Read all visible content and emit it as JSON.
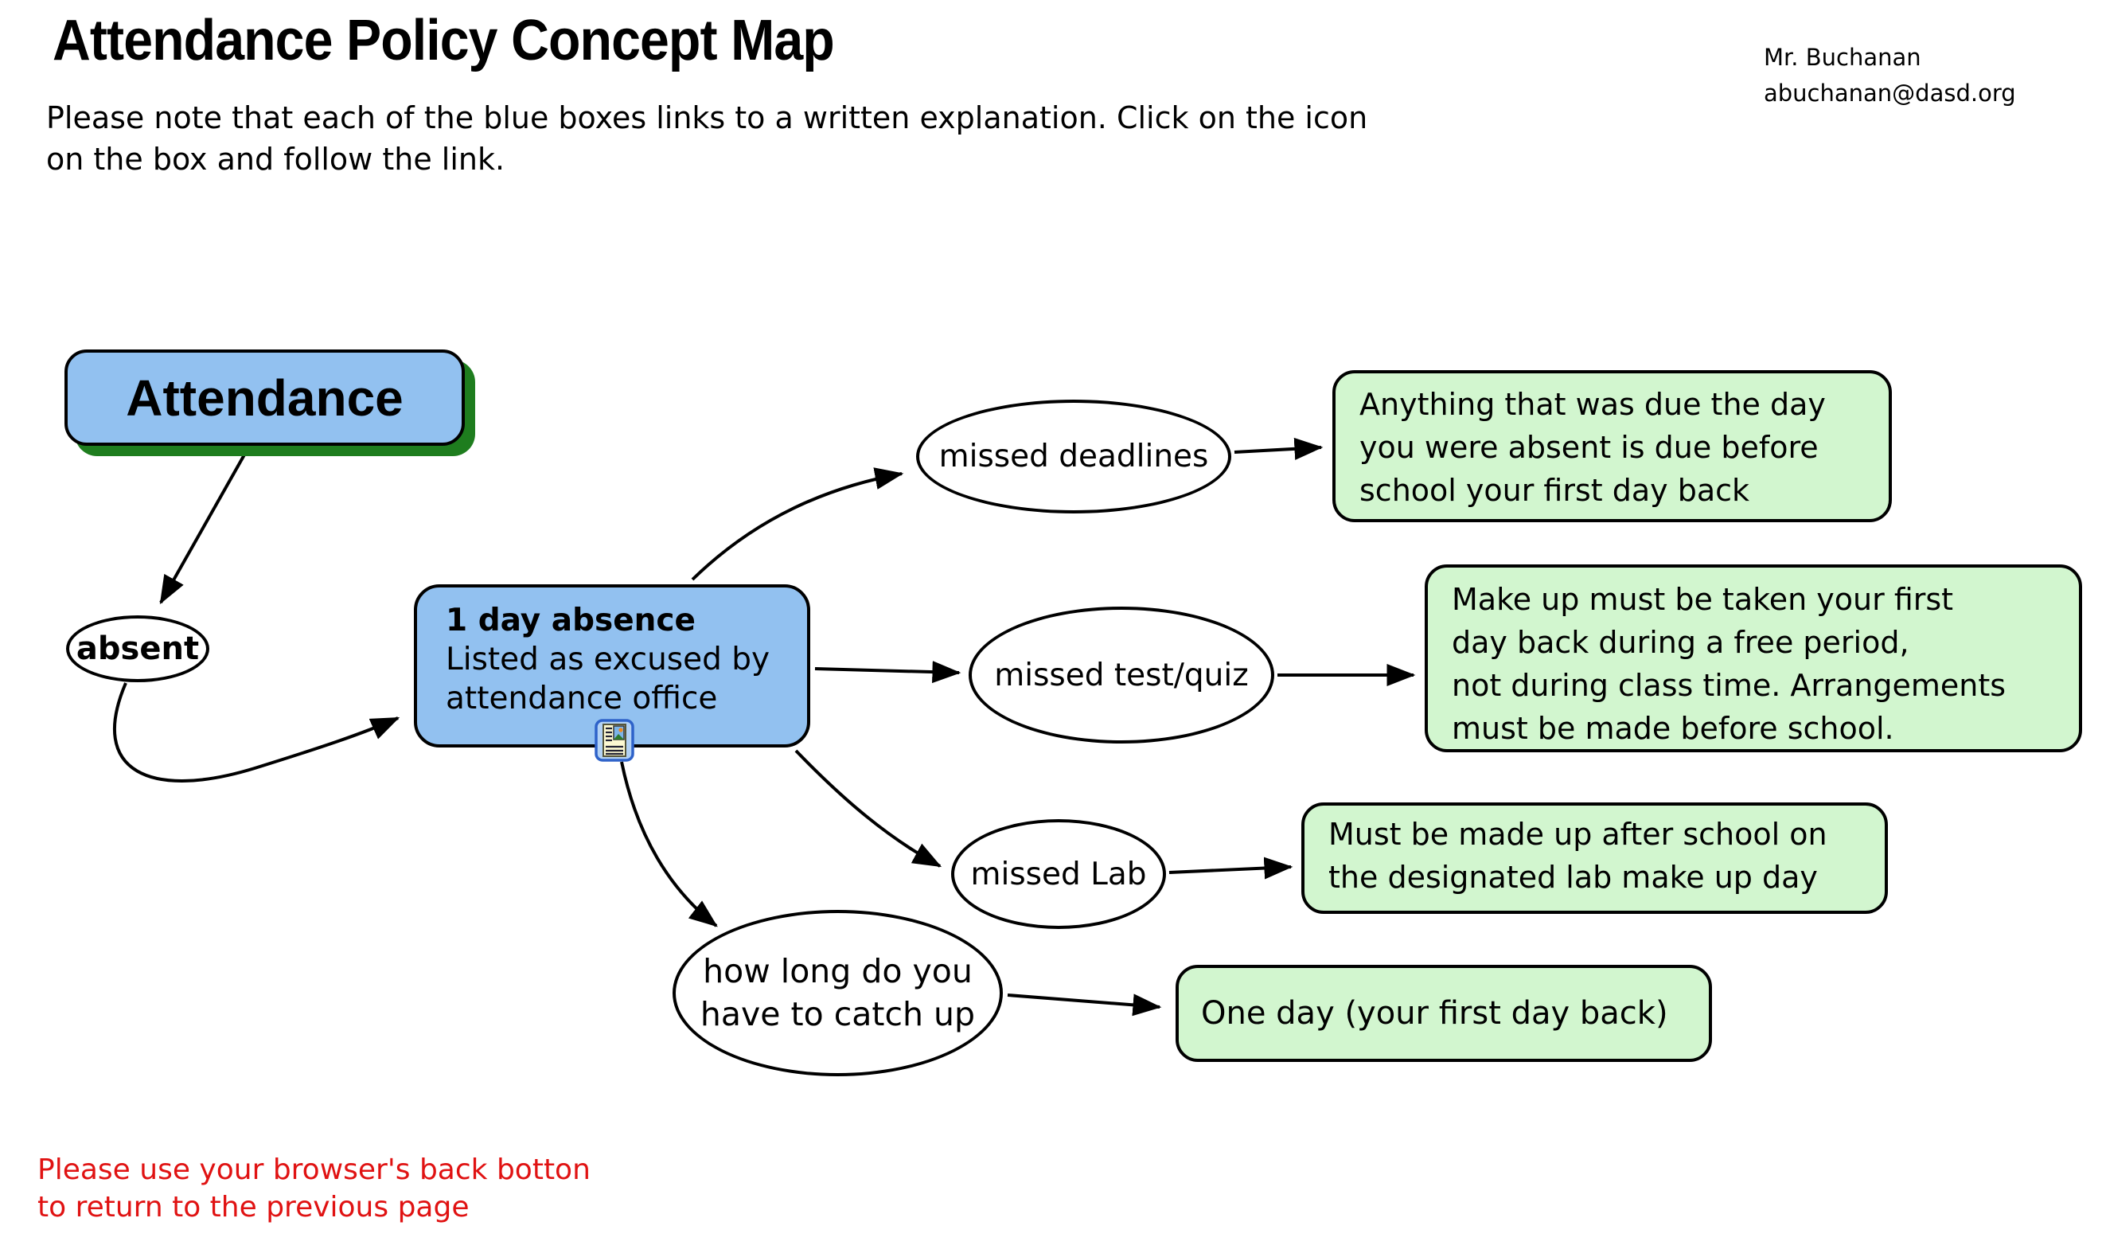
{
  "header": {
    "title": "Attendance Policy Concept Map",
    "note": "Please note that each of the blue boxes links to a written explanation. Click on the icon\non the box and follow the link.",
    "author_name": "Mr. Buchanan",
    "author_email": "abuchanan@dasd.org"
  },
  "nodes": {
    "attendance": {
      "label": "Attendance"
    },
    "absent": {
      "label": "absent"
    },
    "one_day": {
      "title": "1 day absence",
      "body": "Listed as excused by\nattendance office",
      "icon": "document-link-icon"
    },
    "missed_deadlines": {
      "label": "missed deadlines"
    },
    "missed_test_quiz": {
      "label": "missed test/quiz"
    },
    "missed_lab": {
      "label": "missed Lab"
    },
    "how_long": {
      "label": "how long do you\nhave to catch up"
    },
    "deadlines_rule": {
      "text": "Anything that was due the day\nyou were absent is due before\nschool your first day back"
    },
    "test_rule": {
      "text": "Make up must be taken your first\nday back during a free period,\nnot during class time. Arrangements\nmust be made before school."
    },
    "lab_rule": {
      "text": "Must be made up after school on\nthe designated lab make up day"
    },
    "catch_up_rule": {
      "text": "One day (your first day back)"
    }
  },
  "footer": {
    "back_note": "Please use your browser's back botton\nto return to the previous page"
  },
  "colors": {
    "node_blue": "#92c1f0",
    "node_green_shadow": "#1e7d1e",
    "explanation_green": "#d2f6cf",
    "footer_red": "#e01212",
    "stroke": "#000000"
  }
}
